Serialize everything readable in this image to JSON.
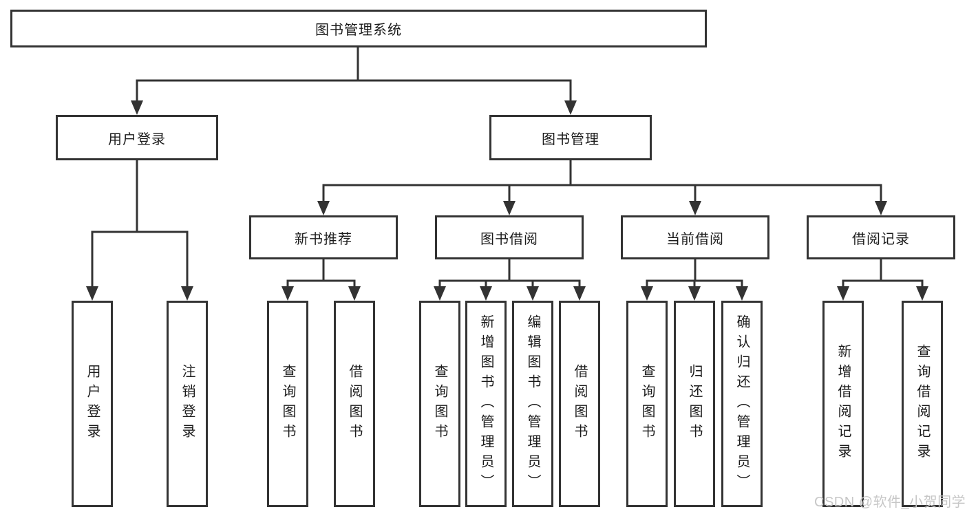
{
  "tree": {
    "label": "图书管理系统",
    "children": [
      {
        "label": "用户登录",
        "children": [
          {
            "label": "用户登录"
          },
          {
            "label": "注销登录"
          }
        ]
      },
      {
        "label": "图书管理",
        "children": [
          {
            "label": "新书推荐",
            "children": [
              {
                "label": "查询图书"
              },
              {
                "label": "借阅图书"
              }
            ]
          },
          {
            "label": "图书借阅",
            "children": [
              {
                "label": "查询图书"
              },
              {
                "label": "新增图书（管理员）"
              },
              {
                "label": "编辑图书（管理员）"
              },
              {
                "label": "借阅图书"
              }
            ]
          },
          {
            "label": "当前借阅",
            "children": [
              {
                "label": "查询图书"
              },
              {
                "label": "归还图书"
              },
              {
                "label": "确认归还（管理员）"
              }
            ]
          },
          {
            "label": "借阅记录",
            "children": [
              {
                "label": "新增借阅记录"
              },
              {
                "label": "查询借阅记录"
              }
            ]
          }
        ]
      }
    ]
  },
  "watermark": {
    "text": "CSDN @软件_小贺同学"
  },
  "colors": {
    "line": "#333333",
    "border": "#333333",
    "text": "#1b1b1b",
    "background": "#ffffff",
    "watermark": "#c7c7c7"
  }
}
